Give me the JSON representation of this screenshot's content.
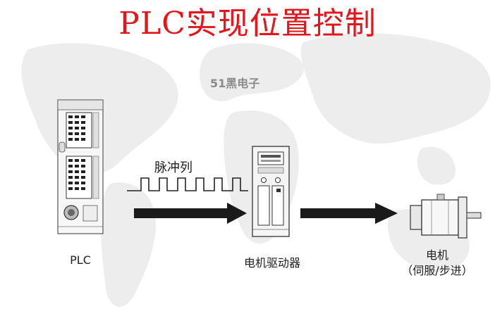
{
  "title": "PLC实现位置控制",
  "watermark": "51黑电子",
  "labels": {
    "plc": "PLC",
    "driver": "电机驱动器",
    "motor": "电机",
    "motor_sub": "（伺服/步进）",
    "pulse_train": "脉冲列"
  },
  "colors": {
    "title": "#e4161c",
    "arrow": "#1a1a1a",
    "map": "#ececec"
  },
  "icons": {
    "plc": "plc-controller-icon",
    "driver": "motor-driver-icon",
    "motor": "servo-motor-icon",
    "arrow": "right-arrow-icon"
  }
}
